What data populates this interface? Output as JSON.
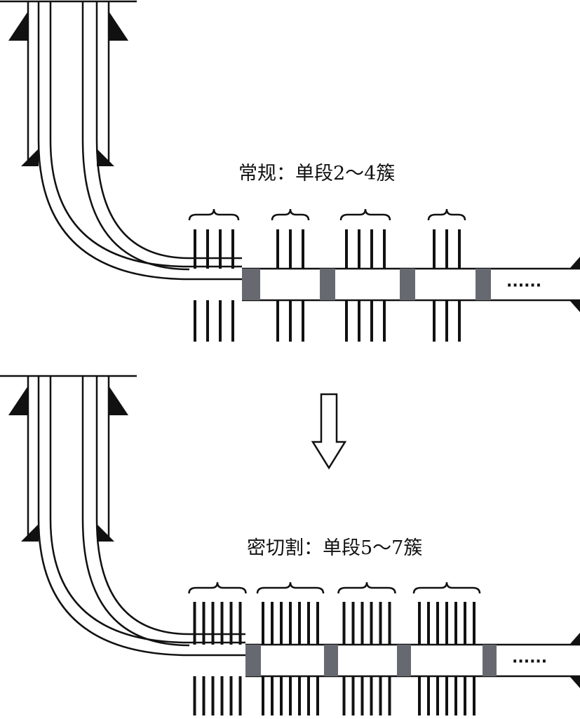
{
  "panels": [
    {
      "label": "常规：单段2～4簇",
      "stages": [
        {
          "clusters": 4
        },
        {
          "clusters": 3
        },
        {
          "clusters": 4
        },
        {
          "clusters": 3
        }
      ],
      "continuation": "······"
    },
    {
      "label": "密切割：单段5～7簇",
      "stages": [
        {
          "clusters": 6
        },
        {
          "clusters": 7
        },
        {
          "clusters": 6
        },
        {
          "clusters": 7
        }
      ],
      "continuation": "······"
    }
  ],
  "colors": {
    "line": "#111111",
    "packer": "#666a70",
    "background": "#ffffff"
  },
  "icons": {
    "transition": "down-arrow-outline-icon",
    "casing_shoe": "triangle-shoe-icon",
    "stage_bracket": "curly-brace-icon"
  }
}
